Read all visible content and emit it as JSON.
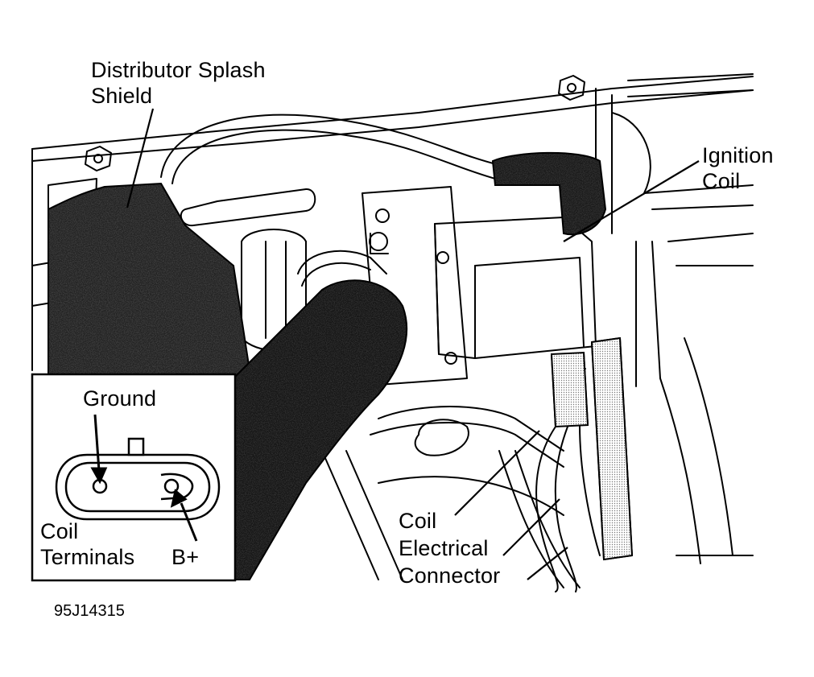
{
  "labels": {
    "splash_line1": "Distributor Splash",
    "splash_line2": "Shield",
    "coil_line1": "Ignition",
    "coil_line2": "Coil",
    "ground": "Ground",
    "terminals_line1": "Coil",
    "terminals_line2": "Terminals",
    "bplus": "B+",
    "connector_line1": "Coil",
    "connector_line2": "Electrical",
    "connector_line3": "Connector"
  },
  "figure_id": "95J14315"
}
